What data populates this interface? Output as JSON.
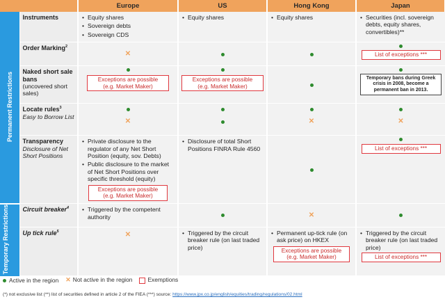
{
  "columns": [
    "Europe",
    "US",
    "Hong Kong",
    "Japan"
  ],
  "categories": {
    "permanent": "Permanent Restrictions",
    "temporary": "Temporary Restrictions"
  },
  "rows": {
    "instruments": {
      "label": "Instruments",
      "europe": [
        "Equity shares",
        "Sovereign debts",
        "Sovereign CDS"
      ],
      "us": [
        "Equity shares"
      ],
      "hk": [
        "Equity shares"
      ],
      "japan": [
        "Securities (incl. sovereign debts, equity shares, convertibles)**"
      ]
    },
    "order_marking": {
      "label": "Order Marking",
      "sup": "2",
      "japan_exc": "List of exceptions ***"
    },
    "naked": {
      "label": "Naked short sale bans",
      "sub": "(uncovered short sales)",
      "europe_exc": "Exceptions are possible (e.g. Market Maker)",
      "us_exc": "Exceptions are possible (e.g. Market Maker)",
      "japan_note": "Temporary bans during Greek crisis in 2008, become a permanent ban in 2013."
    },
    "locate": {
      "label": "Locate rules",
      "sup": "3",
      "sub": "Easy to Borrow List"
    },
    "transparency": {
      "label": "Transparency",
      "sub": "Disclosure of Net Short Positions",
      "europe": [
        "Private disclosure to the regulator of any Net Short Position (equity, sov. Debts)",
        "Public disclosure to the market of Net Short Positions over specific threshold (equity)"
      ],
      "europe_exc": "Exceptions are possible (e.g. Market Maker)",
      "us": [
        "Disclosure of total Short Positions FINRA Rule 4560"
      ],
      "japan_exc": "List of exceptions ***"
    },
    "circuit": {
      "label": "Circuit breaker",
      "sup": "4",
      "europe": [
        "Triggered by the competent authority"
      ]
    },
    "uptick": {
      "label": "Up tick rule",
      "sup": "5",
      "us": [
        "Triggered by the circuit breaker rule (on last traded price)"
      ],
      "hk": [
        "Permanent up-tick rule (on ask price) on HKEX"
      ],
      "hk_exc": "Exceptions are possible (e.g. Market Maker)",
      "japan": [
        "Triggered by the circuit breaker rule (on last traded price)"
      ],
      "japan_exc": "List of exceptions ***"
    }
  },
  "legend": {
    "active": "Active in the region",
    "not_active": "Not active in the region",
    "exemptions": "Exemptions"
  },
  "footnote": {
    "text": "(*) not exclusive list (**) list of securities defined in article 2 of the FIEA (***) source: ",
    "link": "https://www.jpx.co.jp/english/equities/trading/regulations/02.html"
  },
  "colors": {
    "header": "#f0a35c",
    "category": "#2a9adf",
    "active": "#2e8b2e",
    "not_active": "#f0a35c",
    "exemption": "#e0383e"
  }
}
